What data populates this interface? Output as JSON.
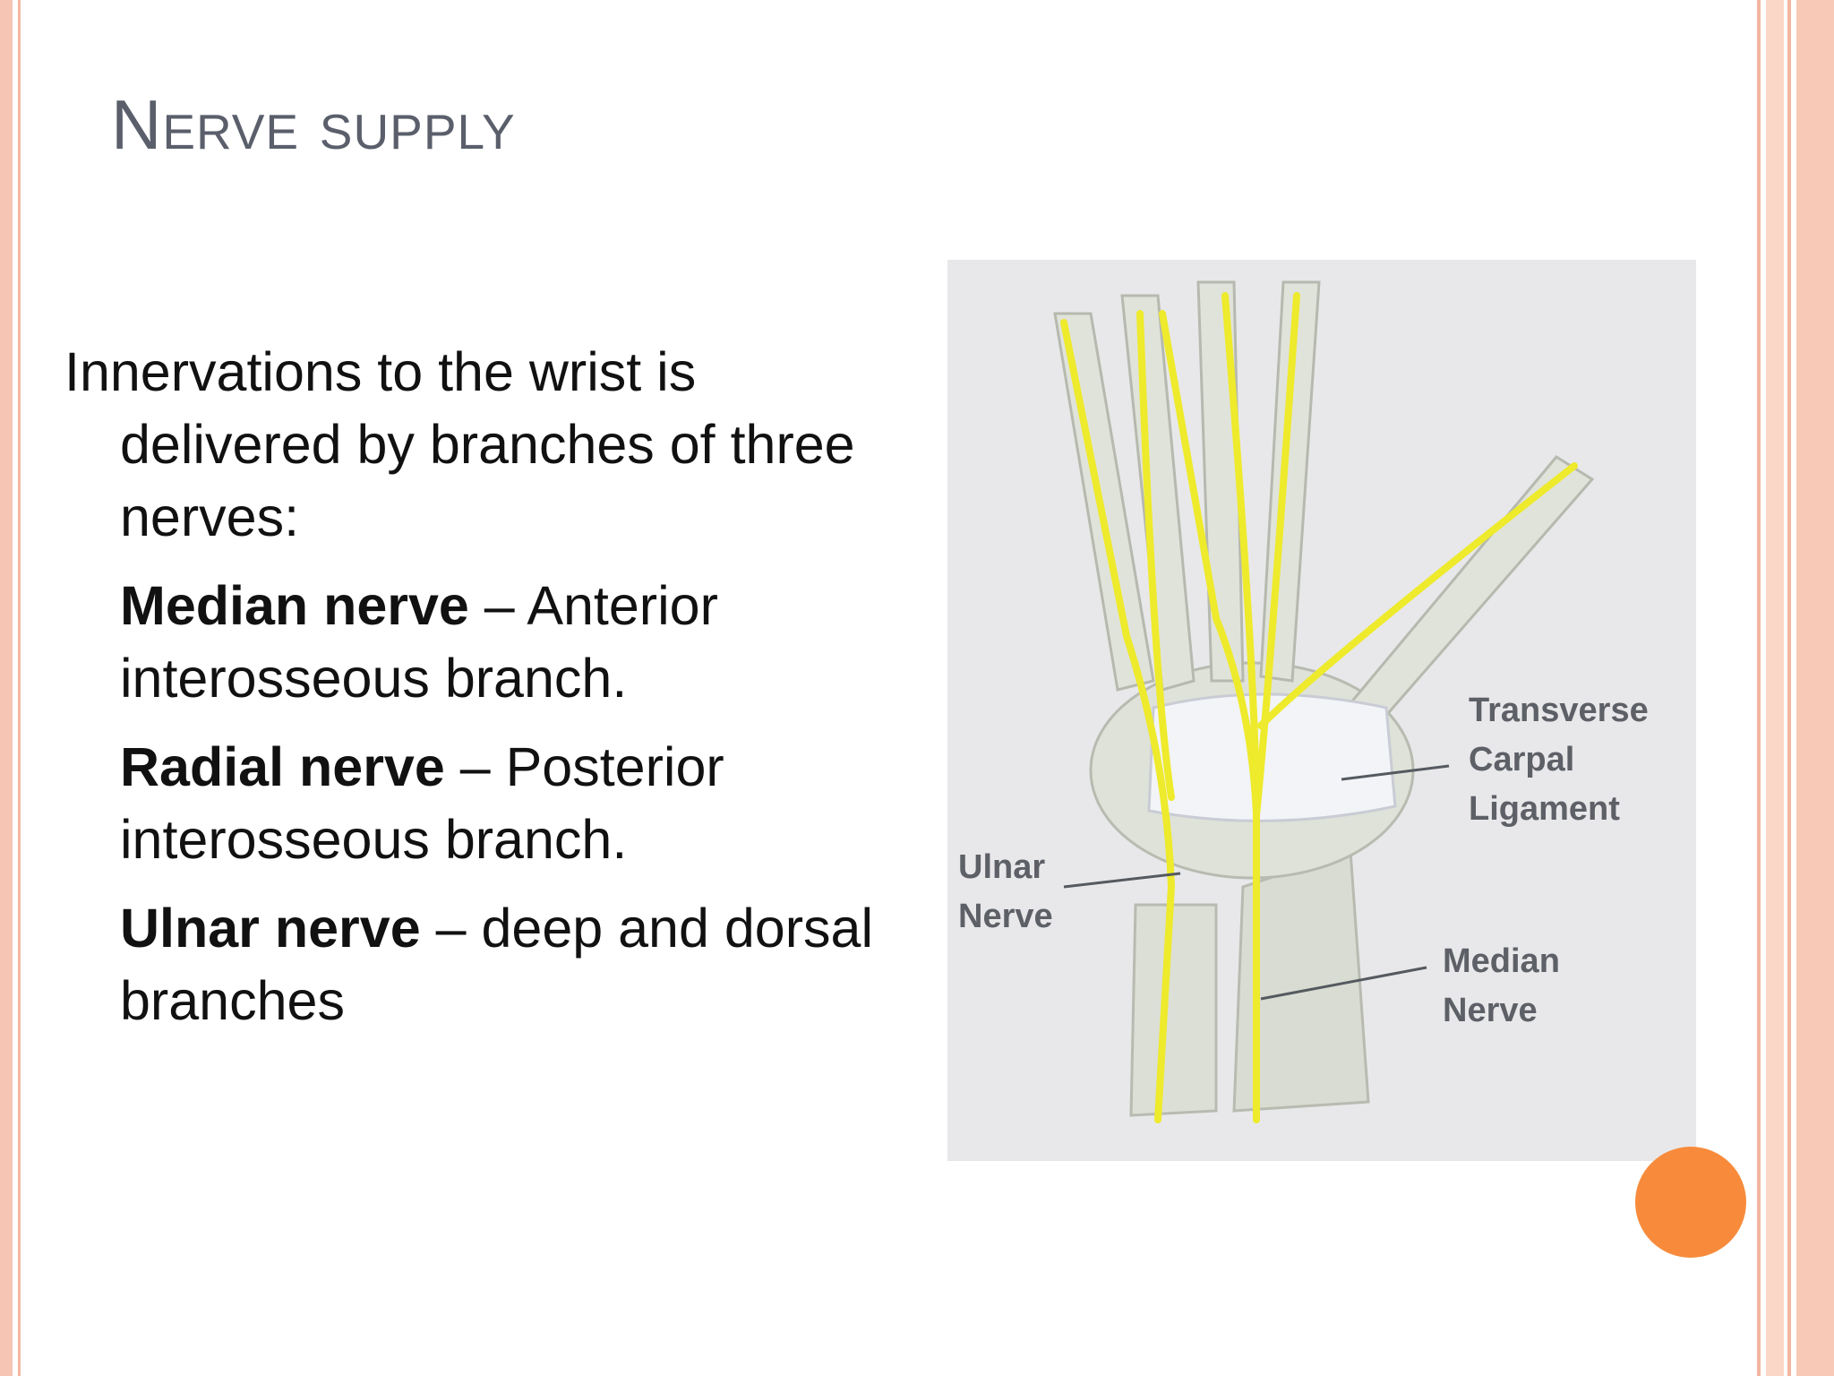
{
  "slide": {
    "title": "Nerve supply",
    "intro": "Innervations to the wrist is delivered by branches of three nerves:",
    "items": [
      {
        "term": "Median nerve",
        "desc": " – Anterior interosseous branch."
      },
      {
        "term": "Radial nerve",
        "desc": " – Posterior interosseous branch."
      },
      {
        "term": "Ulnar nerve",
        "desc": " – deep and dorsal branches"
      }
    ]
  },
  "figure": {
    "labels": {
      "transverse_line1": "Transverse",
      "transverse_line2": "Carpal",
      "transverse_line3": "Ligament",
      "ulnar_line1": "Ulnar",
      "ulnar_line2": "Nerve",
      "median_line1": "Median",
      "median_line2": "Nerve"
    }
  },
  "colors": {
    "accent": "#f78b3b",
    "stripe_light": "#fbd7c8",
    "stripe_mid": "#f4b6a0",
    "nerve": "#eeea2c",
    "title": "#5a5f6b"
  }
}
